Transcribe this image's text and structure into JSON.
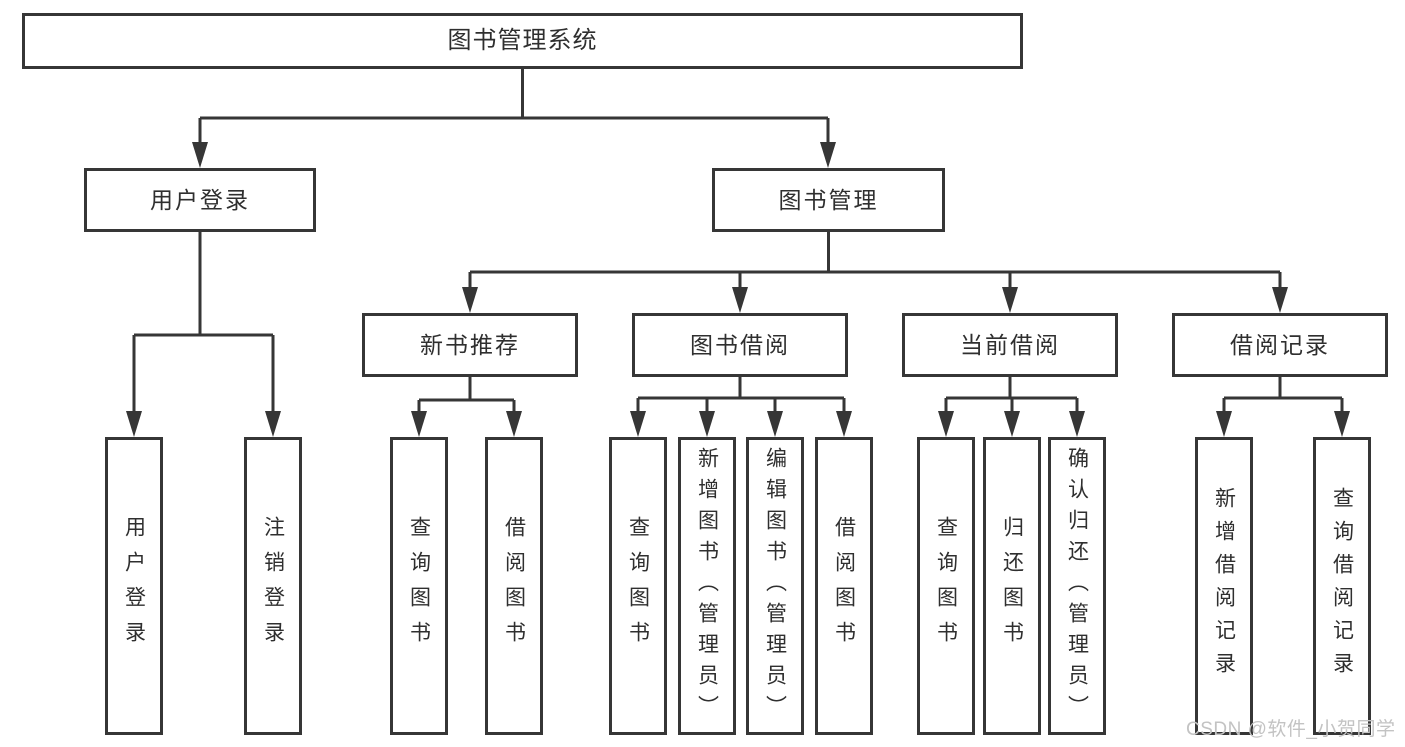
{
  "diagram": {
    "nodes": {
      "root": "图书管理系统",
      "user_login": "用户登录",
      "book_management": "图书管理",
      "new_book_recommend": "新书推荐",
      "book_borrowing": "图书借阅",
      "current_borrowing": "当前借阅",
      "borrowing_records": "借阅记录",
      "leaf_user_login": "用户登录",
      "leaf_logout_login": "注销登录",
      "leaf_query_books_recommend": "查询图书",
      "leaf_borrow_books_recommend": "借阅图书",
      "leaf_query_books_borrowing": "查询图书",
      "leaf_add_books_admin": "新增图书（管理员）",
      "leaf_edit_books_admin": "编辑图书（管理员）",
      "leaf_borrow_books_borrowing": "借阅图书",
      "leaf_query_books_current": "查询图书",
      "leaf_return_books": "归还图书",
      "leaf_confirm_return_admin": "确认归还（管理员）",
      "leaf_add_borrow_record": "新增借阅记录",
      "leaf_query_borrow_record": "查询借阅记录"
    },
    "colors": {
      "line": "#363636",
      "text": "#2f2f2f",
      "box_background": "#ffffff",
      "watermark": "#c3c3c3"
    }
  },
  "watermark": "CSDN @软件_小贺同学"
}
